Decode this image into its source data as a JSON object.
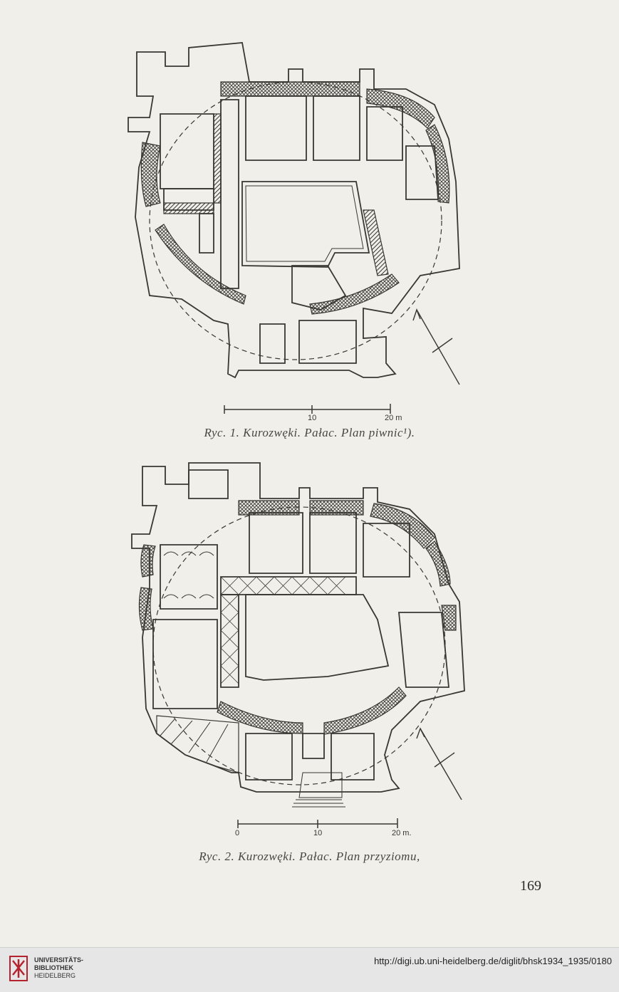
{
  "figure1": {
    "caption": "Ryc. 1. Kurozwęki. Pałac. Plan piwnic¹).",
    "scale": {
      "mid": "10",
      "end": "20 m"
    }
  },
  "figure2": {
    "caption": "Ryc. 2. Kurozwęki. Pałac. Plan przyziomu,",
    "scale": {
      "start": "0",
      "mid": "10",
      "end": "20 m."
    }
  },
  "page_number": "169",
  "footer": {
    "logo_line1": "UNIVERSITÄTS-",
    "logo_line2": "BIBLIOTHEK",
    "logo_line3": "HEIDELBERG",
    "url": "http://digi.ub.uni-heidelberg.de/diglit/bhsk1934_1935/0180"
  },
  "colors": {
    "ink": "#3a3733",
    "paper": "#f1efe9",
    "footer": "#e6e6e6",
    "logo": "#b5232e"
  }
}
